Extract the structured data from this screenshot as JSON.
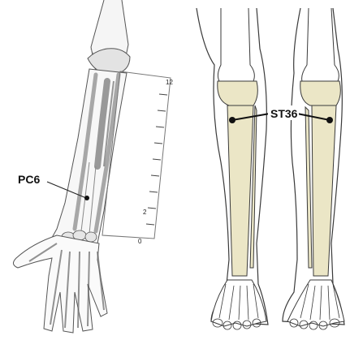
{
  "arm_figure": {
    "point_label": "PC6",
    "scale": {
      "top_label": "12",
      "mid_label": "2",
      "bottom_label": "0"
    }
  },
  "leg_figure": {
    "point_label": "ST36"
  },
  "colors": {
    "bone_fill": "#ebe6c6",
    "skin_fill": "#ffffff",
    "line": "#3a3a3a",
    "muscle": "#7a7a7a",
    "point": "#111111"
  }
}
